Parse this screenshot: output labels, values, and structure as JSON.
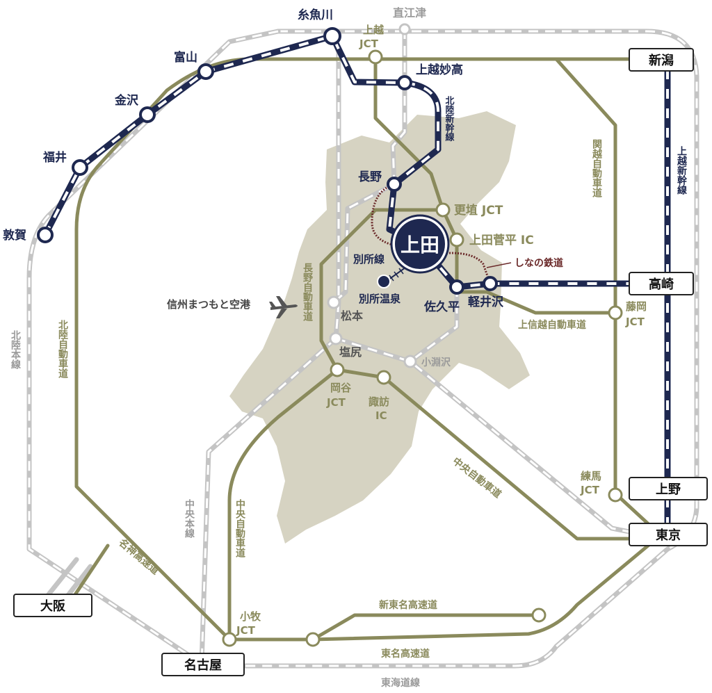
{
  "colors": {
    "shinkansen": "#1e2850",
    "expressway": "#8a8a5c",
    "rail": "#c4c4c4",
    "land": "#d6d3c2",
    "shinano": "#6b2a2a"
  },
  "hub": {
    "name": "上田"
  },
  "cities": {
    "niigata": "新潟",
    "takasaki": "高崎",
    "ueno": "上野",
    "tokyo": "東京",
    "osaka": "大阪",
    "nagoya": "名古屋"
  },
  "shinkansen_stations": {
    "tsuruga": "敦賀",
    "fukui": "福井",
    "kanazawa": "金沢",
    "toyama": "富山",
    "itoigawa": "糸魚川",
    "joetsumyoko": "上越妙高",
    "nagano": "長野",
    "sakudaira": "佐久平",
    "karuizawa": "軽井沢",
    "bessho_onsen": "別所温泉",
    "bessho_line": "別所線"
  },
  "rail_stations": {
    "naoetsu": "直江津",
    "matsumoto": "松本",
    "shiojiri": "塩尻",
    "kobuchizawa": "小淵沢"
  },
  "expressway_points": {
    "joetsu_jct": "上越\nJCT",
    "koshoku_jct": "更埴 JCT",
    "sugadaira_ic": "上田菅平 IC",
    "fujioka_jct": "藤岡\nJCT",
    "okaya_jct": "岡谷\nJCT",
    "suwa_ic": "諏訪\nIC",
    "nerima_jct": "練馬\nJCT",
    "komaki_jct": "小牧\nJCT"
  },
  "line_labels": {
    "hokuriku_shinkansen": "北陸新幹線",
    "joetsu_shinkansen": "上越新幹線",
    "kanetsu": "関越自動車道",
    "joshinetsu": "上信越自動車道",
    "nagano_exp": "長野自動車道",
    "hokuriku_exp": "北陸自動車道",
    "hokuriku_line": "北陸本線",
    "chuo_line": "中央本線",
    "chuo_exp_west": "中央自動車道",
    "chuo_exp_east": "中央自動車道",
    "meishin": "名神高速道",
    "shintomei": "新東名高速道",
    "tomei": "東名高速道",
    "tokaido": "東海道線",
    "shinano": "しなの鉄道"
  },
  "airport": {
    "name": "信州まつもと空港",
    "icon": "airplane-icon"
  }
}
